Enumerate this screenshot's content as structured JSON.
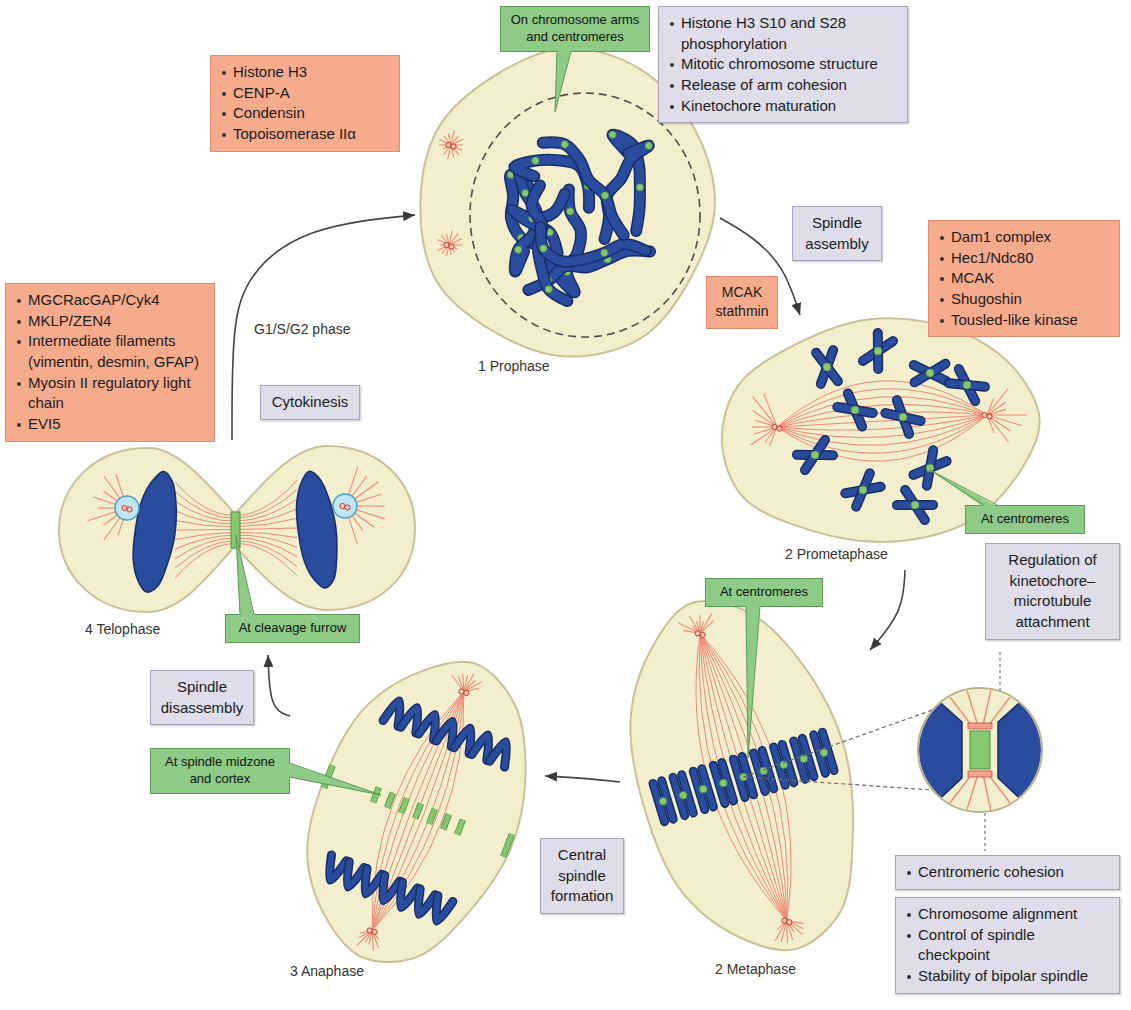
{
  "diagram": {
    "nodes": [
      {
        "text": [
          "On chromosome arms and centromeres"
        ]
      },
      {
        "text": [
          "Histone H3 S10 and S28 phosphorylation",
          "Mitotic chromosome structure",
          "Release of arm cohesion",
          "Kinetochore maturation"
        ]
      },
      {
        "text": [
          "Histone H3",
          "CENP-A",
          "Condensin",
          "Topoisomerase IIα"
        ]
      },
      {
        "text": [
          "1 Prophase"
        ]
      },
      {
        "text": [
          "Spindle assembly"
        ]
      },
      {
        "text": [
          "Dam1 complex",
          "Hec1/Ndc80",
          "MCAK",
          "Shugoshin",
          "Tousled-like kinase"
        ]
      },
      {
        "text": [
          "MCAK",
          "stathmin"
        ]
      },
      {
        "text": [
          "MGCRacGAP/Cyk4",
          "MKLP/ZEN4",
          "Intermediate filaments (vimentin, desmin, GFAP)",
          "Myosin II regulatory light chain",
          "EVI5"
        ]
      },
      {
        "text": [
          "2 Prometaphase"
        ]
      },
      {
        "text": [
          "Cytokinesis"
        ]
      },
      {
        "text": [
          "4 Telophase"
        ]
      },
      {
        "text": [
          "At centromeres"
        ]
      },
      {
        "text": [
          "Regulation of kinetochore–microtubule attachment"
        ]
      },
      {
        "text": [
          "2 Metaphase"
        ]
      },
      {
        "text": [
          "At centromeres"
        ]
      },
      {
        "text": [
          "At cleavage furrow"
        ]
      },
      {
        "text": [
          "3 Anaphase"
        ]
      },
      {
        "text": [
          "Spindle disassembly"
        ]
      },
      {
        "text": [
          "At spindle midzone and cortex"
        ]
      },
      {
        "text": [
          "Central spindle formation"
        ]
      },
      {
        "text": [
          "Centromeric cohesion"
        ]
      },
      {
        "text": [
          "Chromosome alignment",
          "Control of spindle checkpoint",
          "Stability of bipolar spindle"
        ]
      }
    ],
    "edges": [
      {
        "from": 3,
        "to": 8,
        "arrow": "to"
      },
      {
        "from": 8,
        "to": 13,
        "arrow": "to"
      },
      {
        "from": 13,
        "to": 16,
        "arrow": "to"
      },
      {
        "from": 16,
        "to": 10,
        "arrow": "to"
      },
      {
        "from": 10,
        "to": 3,
        "label": "G1/S/G2 phase",
        "arrow": "to"
      }
    ]
  }
}
